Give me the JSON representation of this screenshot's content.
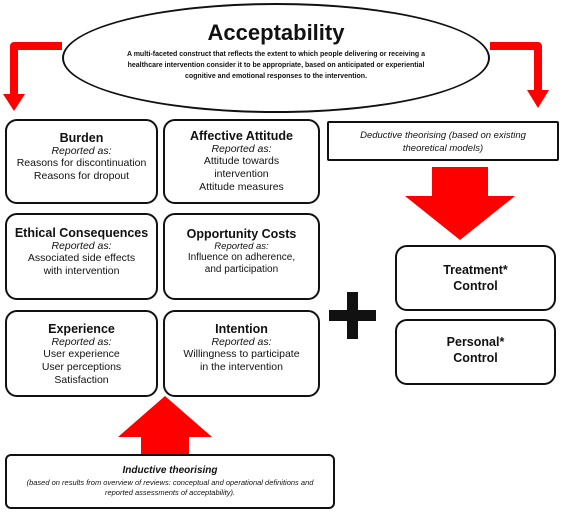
{
  "acceptability": {
    "title": "Acceptability",
    "description": "A multi-faceted construct that reflects the extent to which people delivering or receiving a healthcare intervention consider it to be appropriate, based on anticipated or experiential cognitive and emotional responses to the intervention."
  },
  "boxes": {
    "burden": {
      "title": "Burden",
      "reported": "Reported as:",
      "lines": [
        "Reasons for discontinuation",
        "Reasons for dropout"
      ]
    },
    "affective": {
      "title": "Affective Attitude",
      "reported": "Reported as:",
      "lines": [
        "Attitude towards",
        "intervention",
        "Attitude measures"
      ]
    },
    "ethical": {
      "title": "Ethical Consequences",
      "reported": "Reported as:",
      "lines": [
        "Associated side effects",
        "with intervention"
      ]
    },
    "opportunity": {
      "title": "Opportunity Costs",
      "reported": "Reported as:",
      "lines": [
        "Influence on adherence,",
        "and participation"
      ]
    },
    "experience": {
      "title": "Experience",
      "reported": "Reported as:",
      "lines": [
        "User experience",
        "User perceptions",
        "Satisfaction"
      ]
    },
    "intention": {
      "title": "Intention",
      "reported": "Reported as:",
      "lines": [
        "Willingness to participate",
        "in the intervention"
      ]
    }
  },
  "deductive": "Deductive theorising (based on existing theoretical models)",
  "treatment": {
    "line1": "Treatment*",
    "line2": "Control"
  },
  "personal": {
    "line1": "Personal*",
    "line2": "Control"
  },
  "plus": "+",
  "inductive": {
    "title": "Inductive theorising",
    "description": "(based on results from overview of reviews: conceptual and operational definitions and reported assessments of acceptability)."
  },
  "colors": {
    "arrow": "#ff0000",
    "border": "#111111"
  }
}
